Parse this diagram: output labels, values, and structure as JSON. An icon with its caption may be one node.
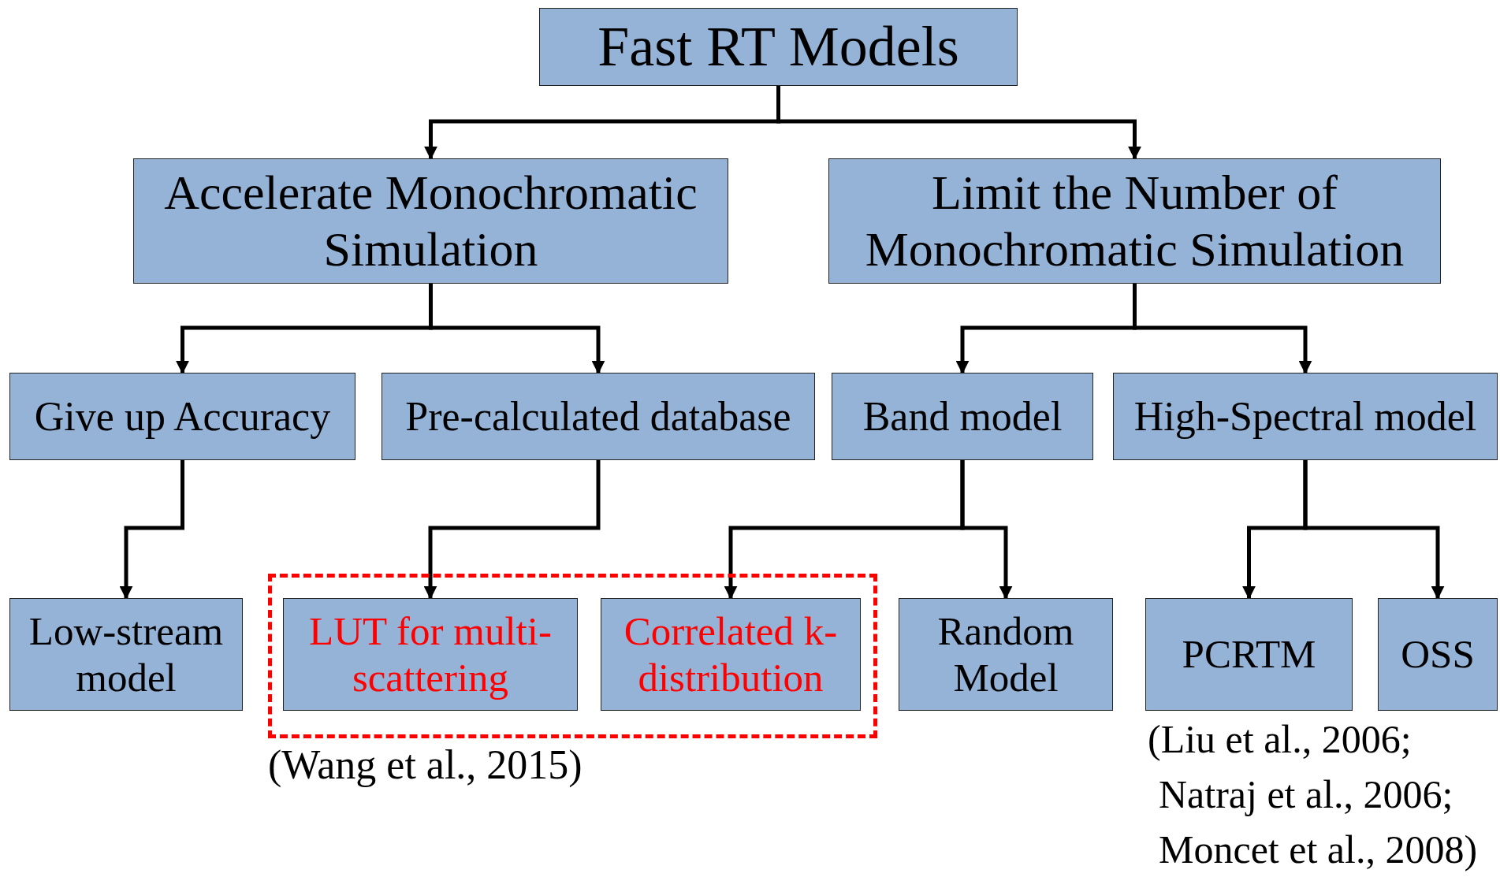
{
  "diagram": {
    "nodes": [
      {
        "text": [
          "Fast RT Models"
        ]
      },
      {
        "text": [
          "Accelerate Monochromatic Simulation"
        ]
      },
      {
        "text": [
          "Limit the Number of Monochromatic Simulation"
        ]
      },
      {
        "text": [
          "Give up Accuracy"
        ]
      },
      {
        "text": [
          "Pre-calculated database"
        ]
      },
      {
        "text": [
          "Band model"
        ]
      },
      {
        "text": [
          "High-Spectral model"
        ]
      },
      {
        "text": [
          "Low-stream model"
        ]
      },
      {
        "text": [],
        "shape": "box",
        "beside": [
          "(Wang et al., 2015)"
        ]
      },
      {
        "text": [
          "LUT for multi-scattering"
        ],
        "in": 8
      },
      {
        "text": [
          "Correlated k-distribution"
        ],
        "in": 8
      },
      {
        "text": [
          "Random Model"
        ]
      },
      {
        "text": [
          "PCRTM"
        ]
      },
      {
        "text": [
          "OSS"
        ]
      }
    ],
    "edges": [
      {
        "from": 0,
        "to": 1,
        "arrow": "to"
      },
      {
        "from": 0,
        "to": 2,
        "arrow": "to"
      },
      {
        "from": 1,
        "to": 3,
        "arrow": "to"
      },
      {
        "from": 1,
        "to": 4,
        "arrow": "to"
      },
      {
        "from": 2,
        "to": 5,
        "arrow": "to"
      },
      {
        "from": 2,
        "to": 6,
        "arrow": "to"
      },
      {
        "from": 3,
        "to": 7,
        "arrow": "to"
      },
      {
        "from": 4,
        "to": 9,
        "arrow": "to"
      },
      {
        "from": 5,
        "to": 10,
        "arrow": "to"
      },
      {
        "from": 5,
        "to": 11,
        "arrow": "to"
      },
      {
        "from": 6,
        "to": 12,
        "arrow": "to"
      },
      {
        "from": 6,
        "to": 13,
        "arrow": "to"
      }
    ],
    "labels": [
      "(Liu et al., 2006; Natraj et al., 2006; Moncet et al., 2008)"
    ]
  }
}
